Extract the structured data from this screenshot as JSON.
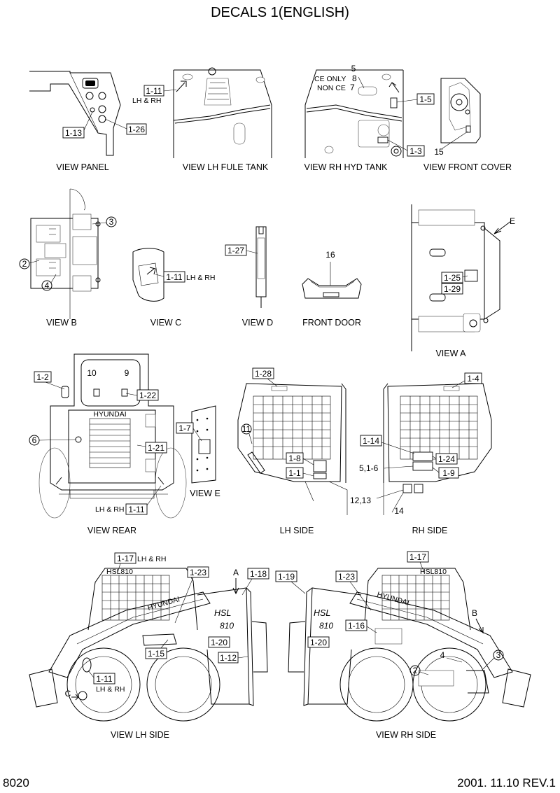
{
  "title": "DECALS 1(ENGLISH)",
  "footer": {
    "page": "8020",
    "date_rev": "2001. 11.10  REV.1"
  },
  "views": {
    "panel": {
      "caption": "VIEW PANEL",
      "labels": [
        "1-13",
        "1-26"
      ]
    },
    "lh_fuel_tank": {
      "caption": "VIEW LH FULE TANK",
      "labels": [
        "1-11"
      ],
      "note": "LH & RH"
    },
    "rh_hyd_tank": {
      "caption": "VIEW RH HYD TANK",
      "labels": [
        "5",
        "8",
        "7",
        "1-5",
        "1-3"
      ],
      "notes": [
        "CE ONLY",
        "NON CE"
      ]
    },
    "front_cover": {
      "caption": "VIEW FRONT COVER",
      "labels": [
        "15"
      ]
    },
    "b": {
      "caption": "VIEW B",
      "labels": [
        "3",
        "2",
        "4"
      ]
    },
    "c": {
      "caption": "VIEW C",
      "labels": [
        "1-11"
      ],
      "note": "LH & RH"
    },
    "d": {
      "caption": "VIEW D",
      "labels": [
        "1-27"
      ]
    },
    "front_door": {
      "caption": "FRONT DOOR",
      "labels": [
        "16"
      ]
    },
    "a": {
      "caption": "VIEW A",
      "labels": [
        "1-25",
        "1-29"
      ],
      "arrow": "E"
    },
    "rear": {
      "caption": "VIEW REAR",
      "labels": [
        "1-2",
        "10",
        "9",
        "1-22",
        "6",
        "1-21",
        "1-11"
      ],
      "note": "LH & RH",
      "brand": "HYUNDAI"
    },
    "e": {
      "caption": "VIEW E",
      "labels": [
        "1-7"
      ]
    },
    "lh_side": {
      "caption": "LH SIDE",
      "labels": [
        "1-28",
        "11",
        "1-8",
        "1-1"
      ]
    },
    "rh_side": {
      "caption": "RH SIDE",
      "labels": [
        "1-4",
        "1-14",
        "1-24",
        "5,1-6",
        "1-9",
        "12,13",
        "14"
      ]
    },
    "lh_full": {
      "caption": "VIEW LH SIDE",
      "labels": [
        "1-17",
        "1-23",
        "1-18",
        "1-20",
        "1-12",
        "1-15",
        "1-11"
      ],
      "notes": [
        "LH & RH",
        "LH & RH"
      ],
      "markers": [
        "A",
        "C"
      ],
      "brand": "HYUNDAI",
      "model": "HSL",
      "model_no": "810",
      "plate": "HSL810"
    },
    "rh_full": {
      "caption": "VIEW RH SIDE",
      "labels": [
        "1-19",
        "1-23",
        "1-17",
        "1-16",
        "1-20",
        "4",
        "2",
        "3"
      ],
      "markers": [
        "B"
      ],
      "brand": "HYUNDAI",
      "model": "HSL",
      "model_no": "810",
      "plate": "HSL810"
    }
  }
}
